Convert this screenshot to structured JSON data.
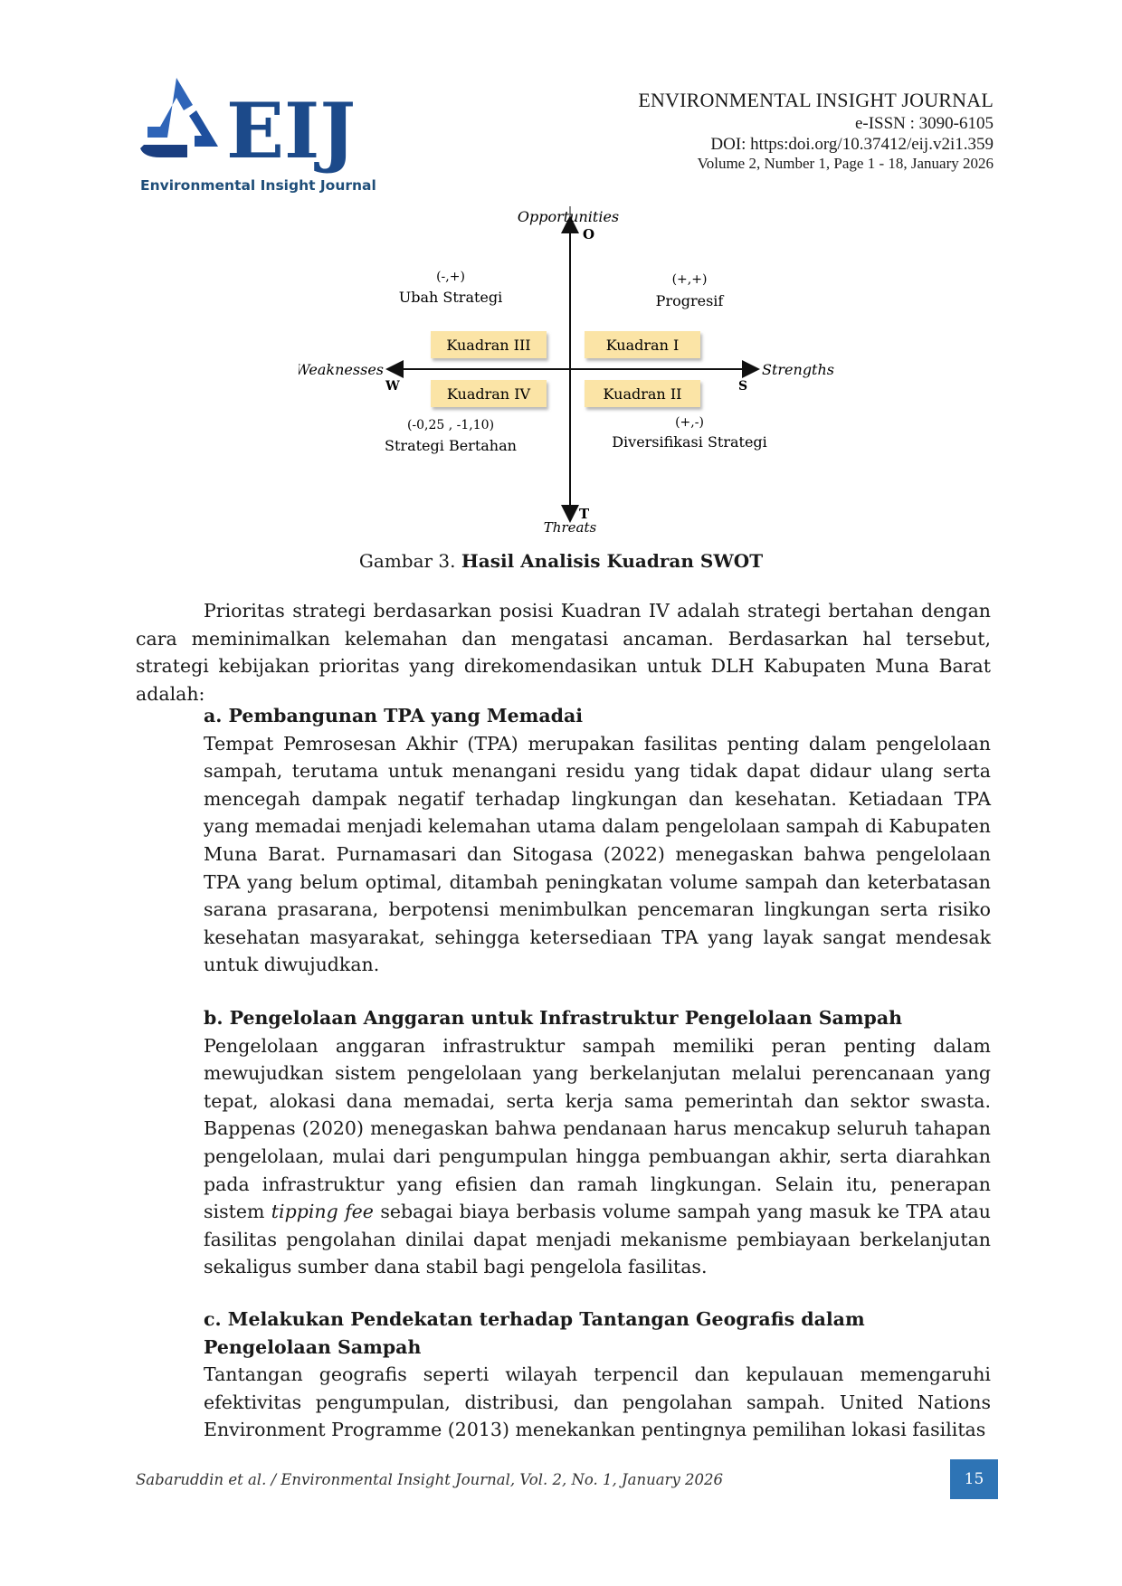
{
  "logo": {
    "letters": "EIJ",
    "subtitle": "Environmental Insight Journal"
  },
  "header": {
    "journal": "ENVIRONMENTAL INSIGHT JOURNAL",
    "eissn": "e-ISSN : 3090-6105",
    "doi": "DOI: https:doi.org/10.37412/eij.v2i1.359",
    "volume": "Volume 2, Number 1, Page 1 - 18, January 2026"
  },
  "figure": {
    "axes": {
      "opportunities": "Opportunities",
      "o": "O",
      "threats": "Threats",
      "t": "T",
      "weaknesses": "Weaknesses",
      "w": "W",
      "strengths": "Strengths",
      "s": "S"
    },
    "quadrants": {
      "q1": {
        "box": "Kuadran I",
        "sign": "(+,+)",
        "label": "Progresif"
      },
      "q2": {
        "box": "Kuadran II",
        "sign": "(+,-)",
        "label": "Diversifikasi Strategi"
      },
      "q3": {
        "box": "Kuadran III",
        "sign": "(-,+)",
        "label": "Ubah Strategi"
      },
      "q4": {
        "box": "Kuadran IV",
        "sign": "(-0,25 , -1,10)",
        "label": "Strategi Bertahan"
      }
    },
    "box_color": "#fbe4a6",
    "caption_prefix": "Gambar 3.",
    "caption_title": "Hasil Analisis Kuadran SWOT"
  },
  "intro": "Prioritas strategi berdasarkan posisi Kuadran IV adalah strategi bertahan dengan cara meminimalkan kelemahan dan mengatasi ancaman. Berdasarkan hal tersebut, strategi kebijakan prioritas yang direkomendasikan untuk DLH Kabupaten Muna Barat adalah:",
  "sections": {
    "a": {
      "heading": "a. Pembangunan TPA yang Memadai",
      "body": "Tempat Pemrosesan Akhir (TPA) merupakan fasilitas penting dalam pengelolaan sampah, terutama untuk menangani residu yang tidak dapat didaur ulang serta mencegah dampak negatif terhadap lingkungan dan kesehatan. Ketiadaan TPA yang memadai menjadi kelemahan utama dalam pengelolaan sampah di Kabupaten Muna Barat. Purnamasari dan Sitogasa (2022) menegaskan bahwa pengelolaan TPA yang belum optimal, ditambah peningkatan volume sampah dan keterbatasan sarana prasarana, berpotensi menimbulkan pencemaran lingkungan serta risiko kesehatan masyarakat, sehingga ketersediaan TPA yang layak sangat mendesak untuk diwujudkan."
    },
    "b": {
      "heading": "b. Pengelolaan Anggaran untuk Infrastruktur Pengelolaan Sampah",
      "body_1": "Pengelolaan anggaran infrastruktur sampah memiliki peran penting dalam mewujudkan sistem pengelolaan yang berkelanjutan melalui perencanaan yang tepat, alokasi dana memadai, serta kerja sama pemerintah dan sektor swasta. Bappenas (2020) menegaskan bahwa pendanaan harus mencakup seluruh tahapan pengelolaan, mulai dari pengumpulan hingga pembuangan akhir, serta diarahkan pada infrastruktur yang efisien dan ramah lingkungan. Selain itu, penerapan sistem",
      "body_italic": "tipping fee",
      "body_2": "sebagai biaya berbasis volume sampah yang masuk ke TPA atau fasilitas pengolahan dinilai dapat menjadi mekanisme pembiayaan berkelanjutan sekaligus sumber dana stabil bagi pengelola fasilitas."
    },
    "c": {
      "heading": "c. Melakukan Pendekatan terhadap Tantangan Geografis dalam Pengelolaan Sampah",
      "body": "Tantangan geografis seperti wilayah terpencil dan kepulauan memengaruhi efektivitas pengumpulan, distribusi, dan pengolahan sampah. United Nations Environment Programme (2013) menekankan pentingnya pemilihan lokasi fasilitas"
    }
  },
  "footer": {
    "citation": "Sabaruddin et al. / Environmental Insight Journal, Vol. 2, No. 1, January 2026",
    "page": "15"
  }
}
